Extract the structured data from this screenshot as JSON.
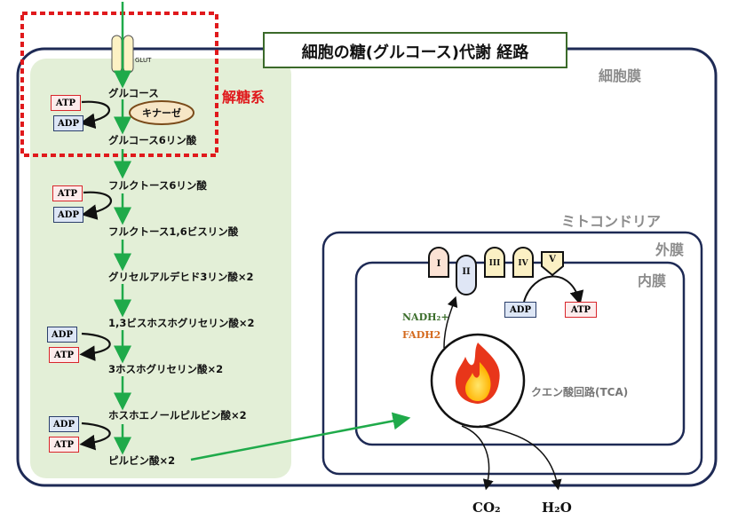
{
  "title": "細胞の糖(グルコース)代謝 経路",
  "labels": {
    "glut": "GLUT",
    "glycolysis": "解糖系",
    "cell_membrane": "細胞膜",
    "mitochondria": "ミトコンドリア",
    "outer_membrane": "外膜",
    "inner_membrane": "内膜",
    "kinase": "キナーゼ",
    "nadh": "NADH₂+",
    "fadh": "FADH2",
    "tca": "クエン酸回路(TCA)",
    "co2": "CO₂",
    "h2o": "H₂O"
  },
  "steps": [
    "グルコース",
    "グルコース6リン酸",
    "フルクトース6リン酸",
    "フルクトース1,6ビスリン酸",
    "グリセルアルデヒド3リン酸×2",
    "1,3ビスホスホグリセリン酸×2",
    "3ホスホグリセリン酸×2",
    "ホスホエノールピルビン酸×2",
    "ピルビン酸×2"
  ],
  "energy": {
    "atp": "ATP",
    "adp": "ADP"
  },
  "complexes": [
    "I",
    "II",
    "III",
    "IV",
    "V"
  ],
  "colors": {
    "green_arrow": "#1faa4a",
    "dark_navy": "#1e2a55",
    "glycolysis_red": "#e0191c",
    "panel_green": "#e3efd7",
    "nadh_green": "#3c6e2c",
    "fadh_orange": "#d46a1e"
  }
}
